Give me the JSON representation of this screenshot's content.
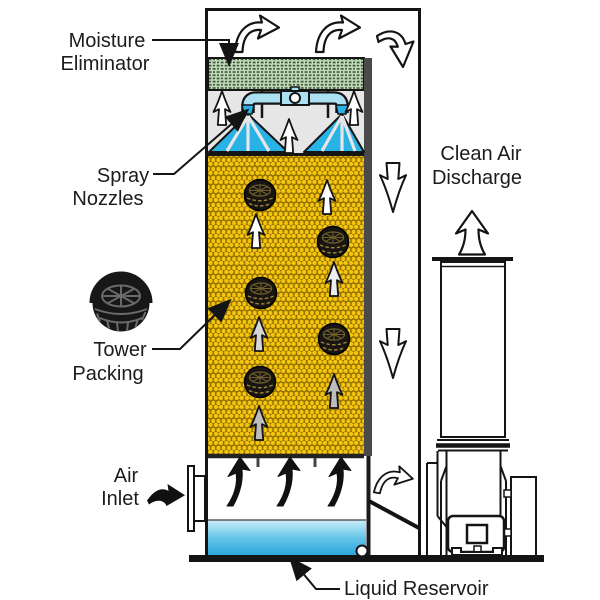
{
  "diagram": {
    "type": "packed-bed wet scrubber schematic",
    "labels": {
      "moisture_eliminator": {
        "line1": "Moisture",
        "line2": "Eliminator"
      },
      "spray_nozzles": {
        "line1": "Spray",
        "line2": "Nozzles"
      },
      "tower_packing": {
        "line1": "Tower",
        "line2": "Packing"
      },
      "air_inlet": {
        "line1": "Air",
        "line2": "Inlet"
      },
      "clean_air_discharge": {
        "line1": "Clean Air",
        "line2": "Discharge"
      },
      "liquid_reservoir": "Liquid Reservoir"
    },
    "colors": {
      "packing_fill": "#f6c50e",
      "packing_ring": "#8f6e00",
      "eliminator_fill": "#c3ddba",
      "spray_cone": "#29b2e5",
      "pipe_fill": "#abdff2",
      "water_top": "#cdeef9",
      "water_mid": "#65c4e8",
      "water_bottom": "#2aa5da",
      "chamber_fill": "#e6e6e6",
      "wall_gray": "#4a4a4a",
      "line_black": "#141414"
    },
    "flow_arrows": {
      "top_curved_right_count": 2,
      "top_curved_down_count": 1,
      "side_channel_down_count": 2,
      "packing_up_count": 6,
      "spray_chamber_up_count": 3,
      "inlet_plenum_up_count": 3,
      "stack_up_count": 1,
      "blower_inlet_curved_count": 1,
      "air_inlet_solid_count": 1
    },
    "packing_balls_in_bed_count": 5
  }
}
